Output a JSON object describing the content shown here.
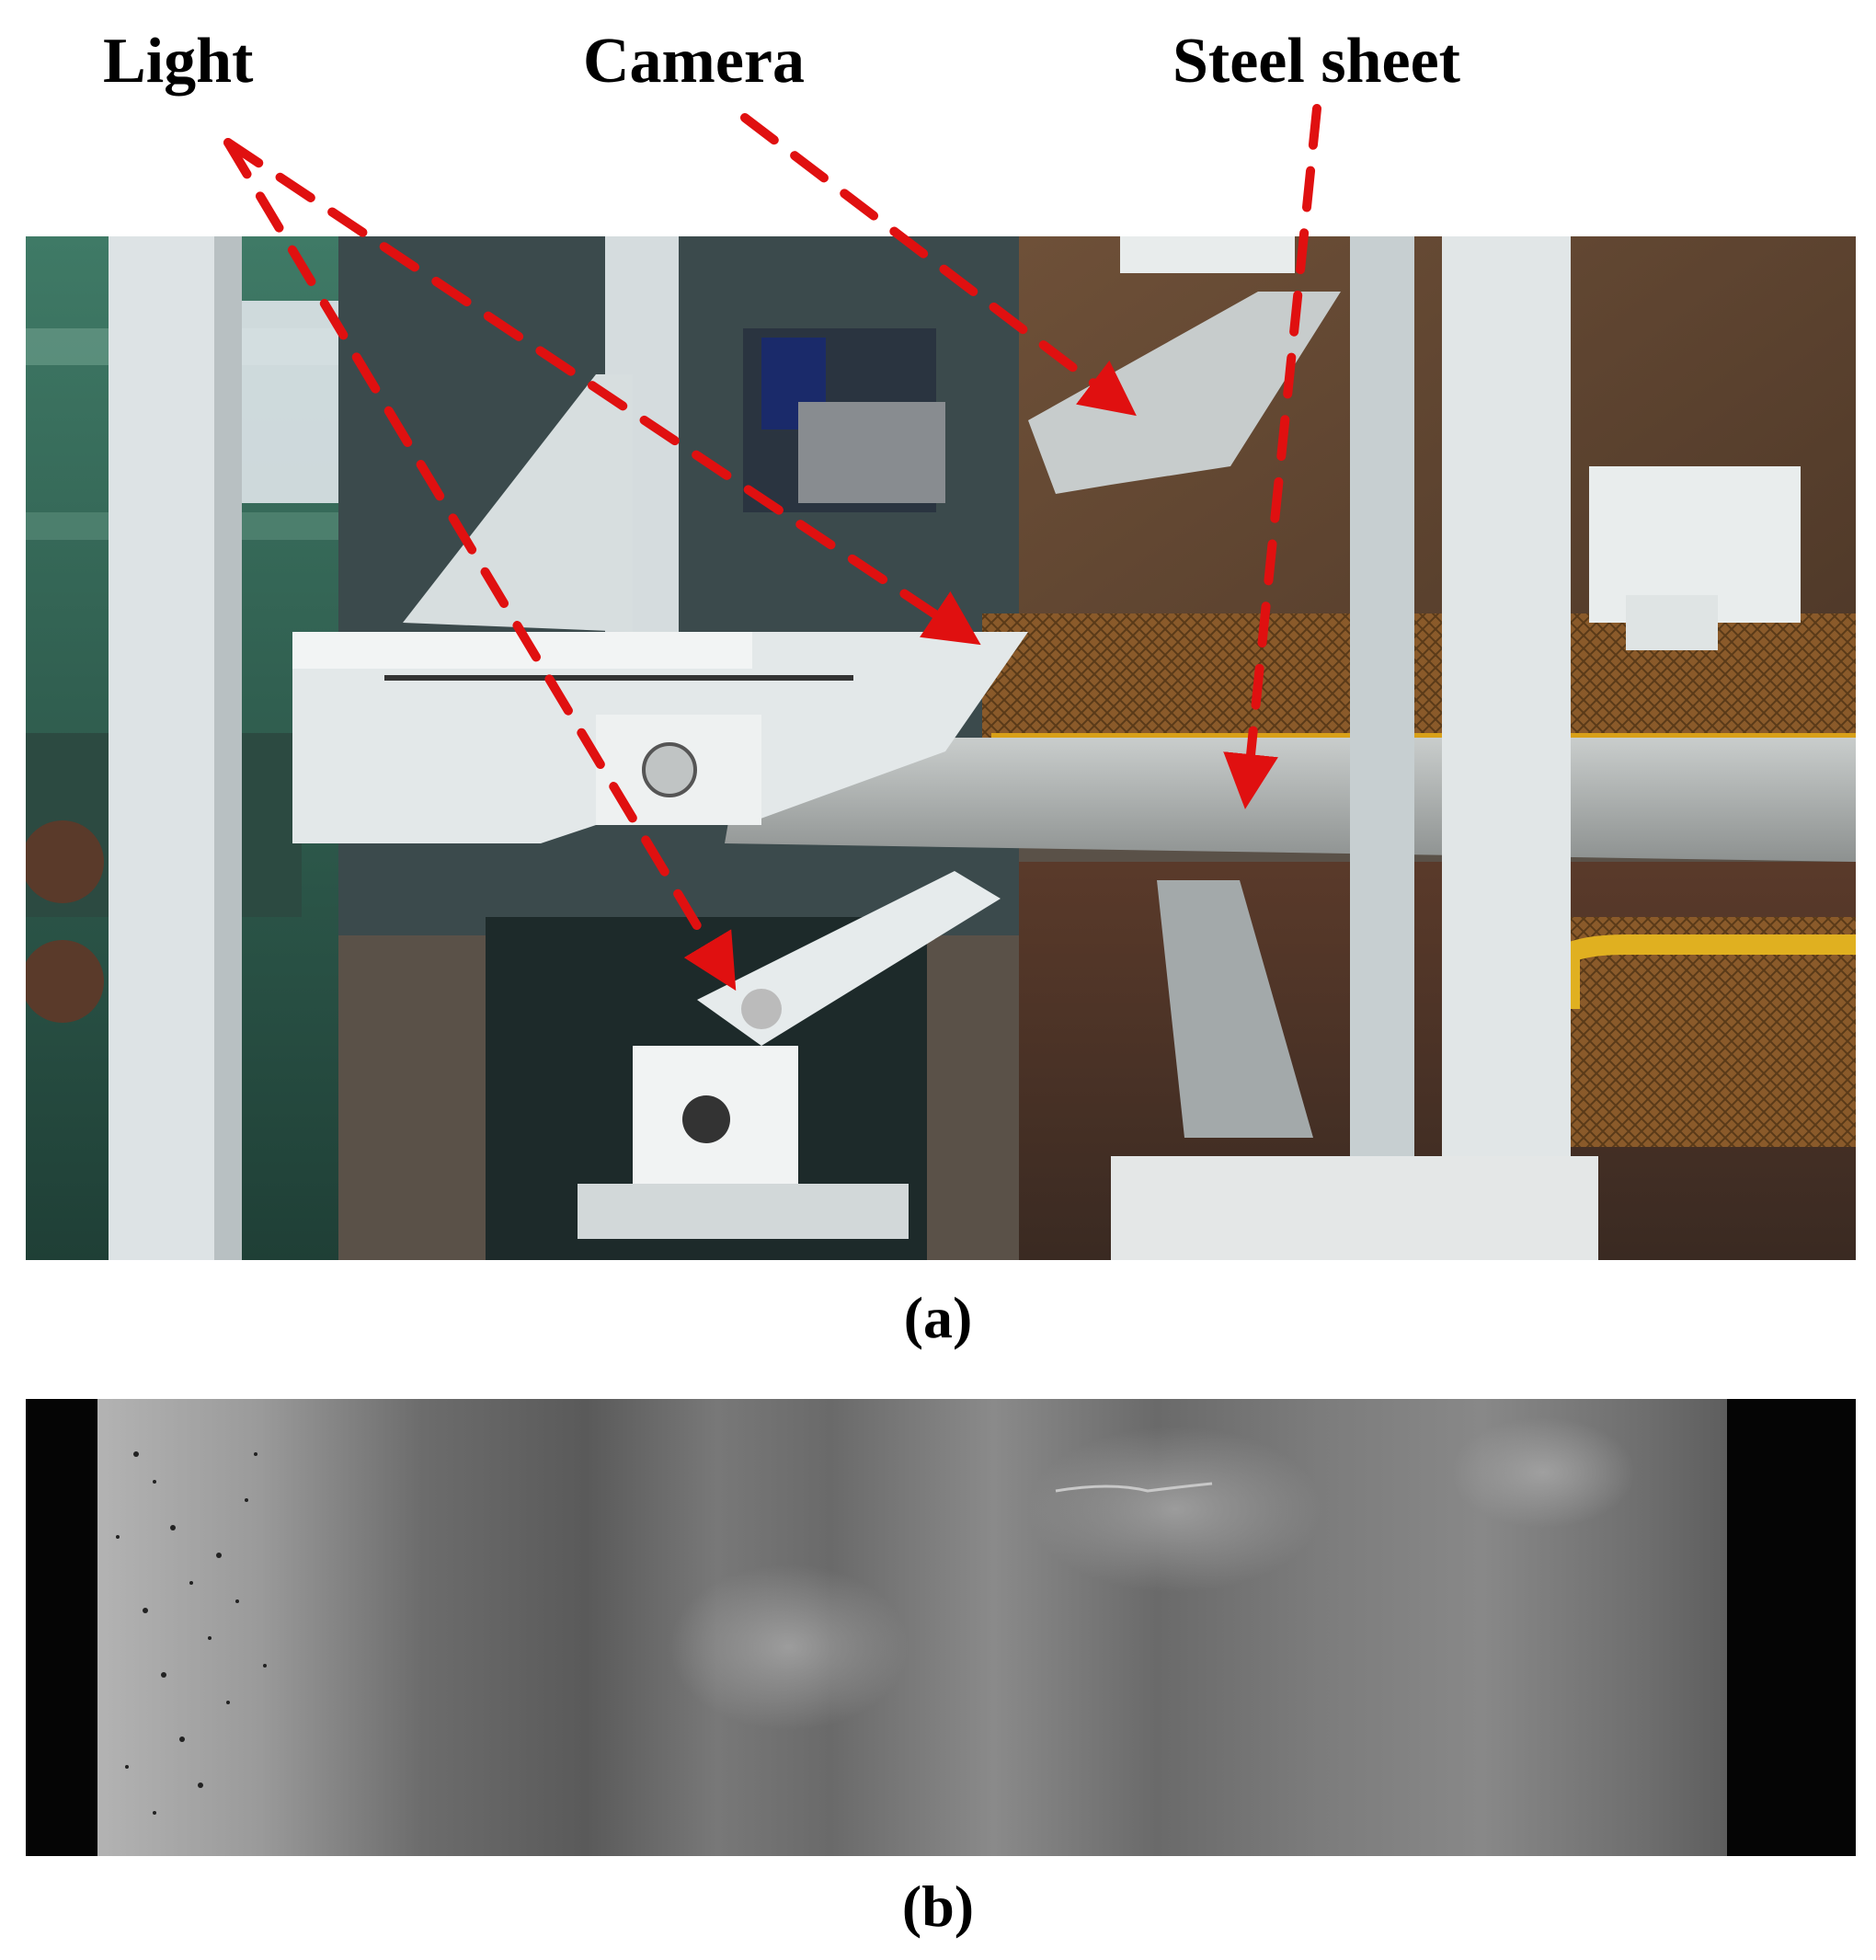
{
  "labels": {
    "light": "Light",
    "camera": "Camera",
    "steel_sheet": "Steel sheet"
  },
  "captions": {
    "a": "(a)",
    "b": "(b)"
  },
  "colors": {
    "arrow": "#e01010",
    "frame": "#d9e0e2",
    "background_wall": "#6b4a2f",
    "machine_green": "#2f5a4d",
    "steel_gray": "#9a9a98"
  }
}
